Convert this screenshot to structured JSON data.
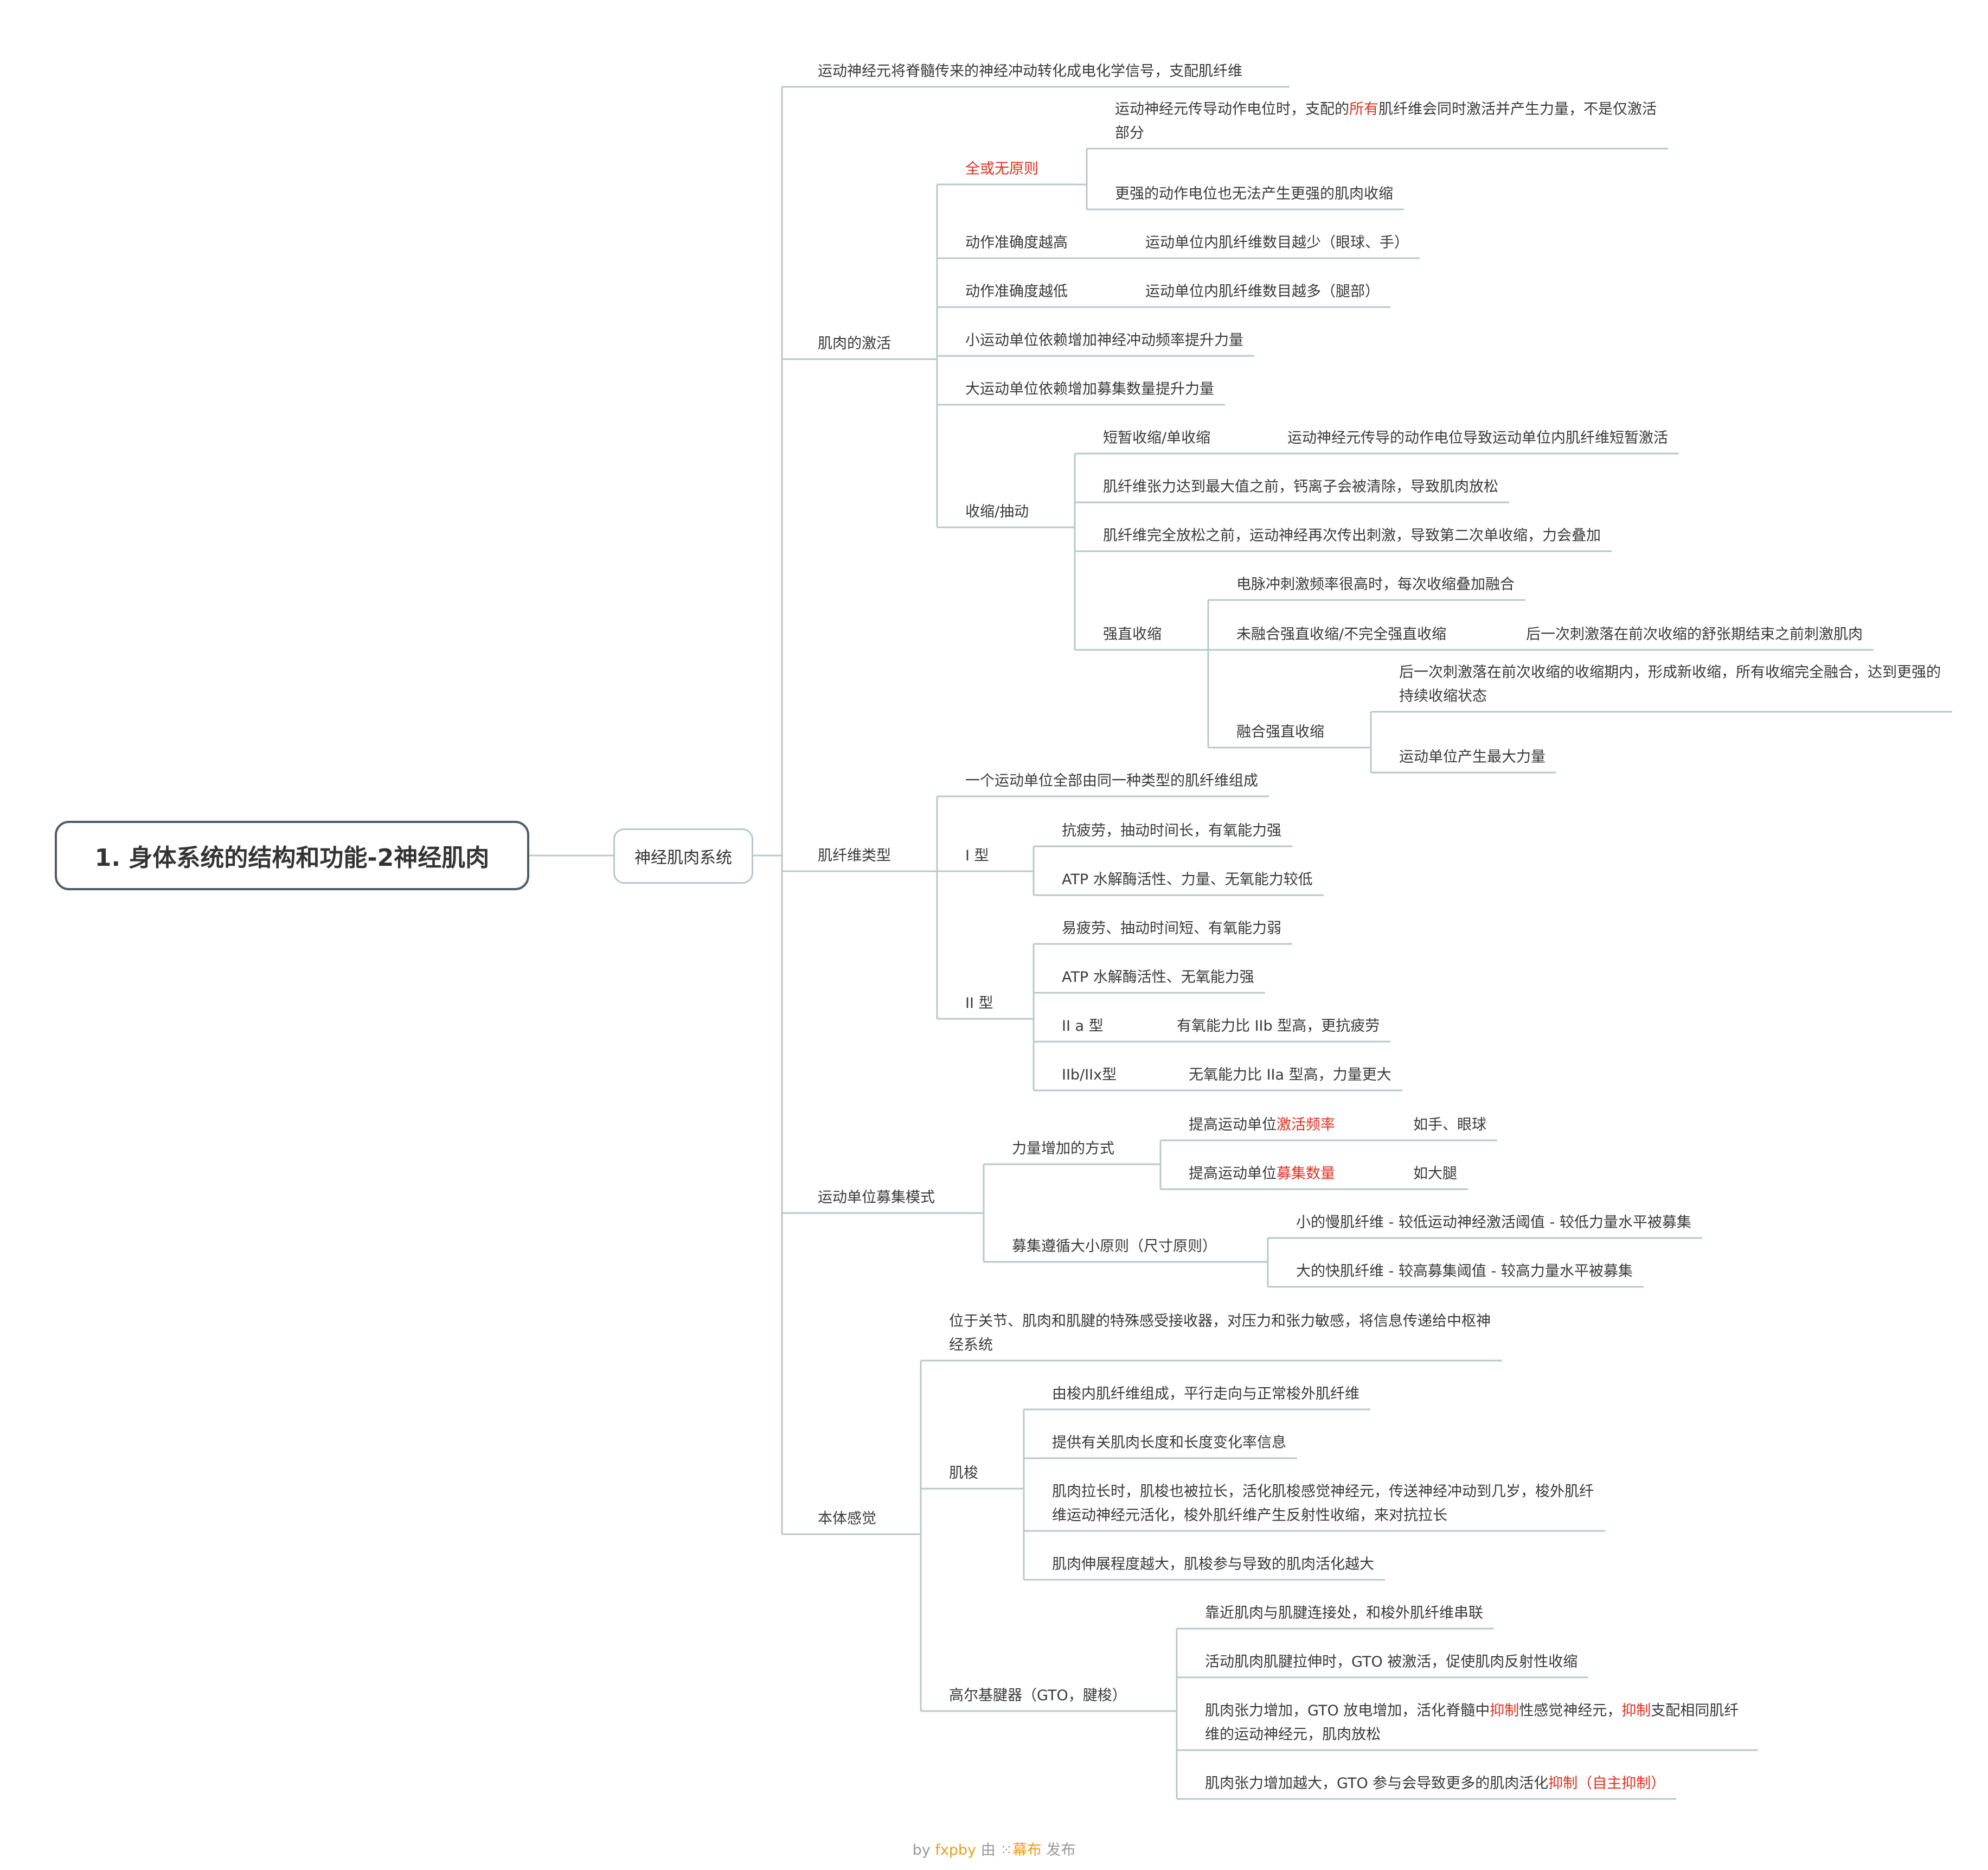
{
  "root": {
    "title": "1. 身体系统的结构和功能-2神经肌肉"
  },
  "hub": {
    "label": "神经肌肉系统"
  },
  "nodes": [
    {
      "parent": -1,
      "text": "运动神经元将脊髓传来的神经冲动转化成电化学信号，支配肌纤维"
    },
    {
      "parent": -1,
      "text": "肌肉的激活"
    },
    {
      "parent": 1,
      "text": "全或无原则",
      "highlight": true
    },
    {
      "parent": 2,
      "text": "运动神经元传导动作电位时，支配的所有肌纤维会同时激活并产生力量，不是仅激活部分",
      "hl": [
        "所有"
      ]
    },
    {
      "parent": 2,
      "text": "更强的动作电位也无法产生更强的肌肉收缩"
    },
    {
      "parent": 1,
      "text": "动作准确度越高"
    },
    {
      "parent": 5,
      "text": "运动单位内肌纤维数目越少（眼球、手）"
    },
    {
      "parent": 1,
      "text": "动作准确度越低"
    },
    {
      "parent": 7,
      "text": "运动单位内肌纤维数目越多（腿部）"
    },
    {
      "parent": 1,
      "text": "小运动单位依赖增加神经冲动频率提升力量"
    },
    {
      "parent": 1,
      "text": "大运动单位依赖增加募集数量提升力量"
    },
    {
      "parent": 1,
      "text": "收缩/抽动"
    },
    {
      "parent": 11,
      "text": "短暂收缩/单收缩"
    },
    {
      "parent": 12,
      "text": "运动神经元传导的动作电位导致运动单位内肌纤维短暂激活"
    },
    {
      "parent": 11,
      "text": "肌纤维张力达到最大值之前，钙离子会被清除，导致肌肉放松"
    },
    {
      "parent": 11,
      "text": "肌纤维完全放松之前，运动神经再次传出刺激，导致第二次单收缩，力会叠加"
    },
    {
      "parent": 11,
      "text": "强直收缩"
    },
    {
      "parent": 16,
      "text": "电脉冲刺激频率很高时，每次收缩叠加融合"
    },
    {
      "parent": 16,
      "text": "未融合强直收缩/不完全强直收缩"
    },
    {
      "parent": 18,
      "text": "后一次刺激落在前次收缩的舒张期结束之前刺激肌肉"
    },
    {
      "parent": 16,
      "text": "融合强直收缩"
    },
    {
      "parent": 20,
      "text": "后一次刺激落在前次收缩的收缩期内，形成新收缩，所有收缩完全融合，达到更强的持续收缩状态"
    },
    {
      "parent": 20,
      "text": "运动单位产生最大力量"
    },
    {
      "parent": -1,
      "text": "肌纤维类型"
    },
    {
      "parent": 23,
      "text": "一个运动单位全部由同一种类型的肌纤维组成"
    },
    {
      "parent": 23,
      "text": "I 型"
    },
    {
      "parent": 25,
      "text": "抗疲劳，抽动时间长，有氧能力强"
    },
    {
      "parent": 25,
      "text": "ATP 水解酶活性、力量、无氧能力较低"
    },
    {
      "parent": 23,
      "text": "II 型"
    },
    {
      "parent": 28,
      "text": "易疲劳、抽动时间短、有氧能力弱"
    },
    {
      "parent": 28,
      "text": "ATP 水解酶活性、无氧能力强"
    },
    {
      "parent": 28,
      "text": "II a 型"
    },
    {
      "parent": 31,
      "text": "有氧能力比 IIb 型高，更抗疲劳"
    },
    {
      "parent": 28,
      "text": "IIb/IIx型"
    },
    {
      "parent": 33,
      "text": "无氧能力比 IIa 型高，力量更大"
    },
    {
      "parent": -1,
      "text": "运动单位募集模式"
    },
    {
      "parent": 35,
      "text": "力量增加的方式"
    },
    {
      "parent": 36,
      "text": "提高运动单位激活频率",
      "hl": [
        "激活频率"
      ]
    },
    {
      "parent": 37,
      "text": "如手、眼球"
    },
    {
      "parent": 36,
      "text": "提高运动单位募集数量",
      "hl": [
        "募集数量"
      ]
    },
    {
      "parent": 39,
      "text": "如大腿"
    },
    {
      "parent": 35,
      "text": "募集遵循大小原则（尺寸原则）"
    },
    {
      "parent": 41,
      "text": "小的慢肌纤维 - 较低运动神经激活阈值 - 较低力量水平被募集"
    },
    {
      "parent": 41,
      "text": "大的快肌纤维 - 较高募集阈值 - 较高力量水平被募集"
    },
    {
      "parent": -1,
      "text": "本体感觉"
    },
    {
      "parent": 44,
      "text": "位于关节、肌肉和肌腱的特殊感受接收器，对压力和张力敏感，将信息传递给中枢神经系统"
    },
    {
      "parent": 44,
      "text": "肌梭"
    },
    {
      "parent": 46,
      "text": "由梭内肌纤维组成，平行走向与正常梭外肌纤维"
    },
    {
      "parent": 46,
      "text": "提供有关肌肉长度和长度变化率信息"
    },
    {
      "parent": 46,
      "text": "肌肉拉长时，肌梭也被拉长，活化肌梭感觉神经元，传送神经冲动到几岁，梭外肌纤维运动神经元活化，梭外肌纤维产生反射性收缩，来对抗拉长"
    },
    {
      "parent": 46,
      "text": "肌肉伸展程度越大，肌梭参与导致的肌肉活化越大"
    },
    {
      "parent": 44,
      "text": "高尔基腱器（GTO，腱梭）"
    },
    {
      "parent": 51,
      "text": "靠近肌肉与肌腱连接处，和梭外肌纤维串联"
    },
    {
      "parent": 51,
      "text": "活动肌肉肌腱拉伸时，GTO 被激活，促使肌肉反射性收缩"
    },
    {
      "parent": 51,
      "text": "肌肉张力增加，GTO 放电增加，活化脊髓中抑制性感觉神经元，抑制支配相同肌纤维的运动神经元，肌肉放松",
      "hl": [
        "抑制"
      ]
    },
    {
      "parent": 51,
      "text": "肌肉张力增加越大，GTO 参与会导致更多的肌肉活化抑制（自主抑制）",
      "hl": [
        "抑制（自主抑制）"
      ]
    }
  ],
  "footer": {
    "prefix": "by ",
    "user": "fxpby",
    "mid": " 由 ",
    "icon": "⁙",
    "brand": "幕布",
    "suffix": " 发布"
  },
  "colors": {
    "line": "#b8c8c8",
    "highlight": "#e03020",
    "rootBorder": "#4a5c68",
    "text": "#3a3a3a"
  }
}
